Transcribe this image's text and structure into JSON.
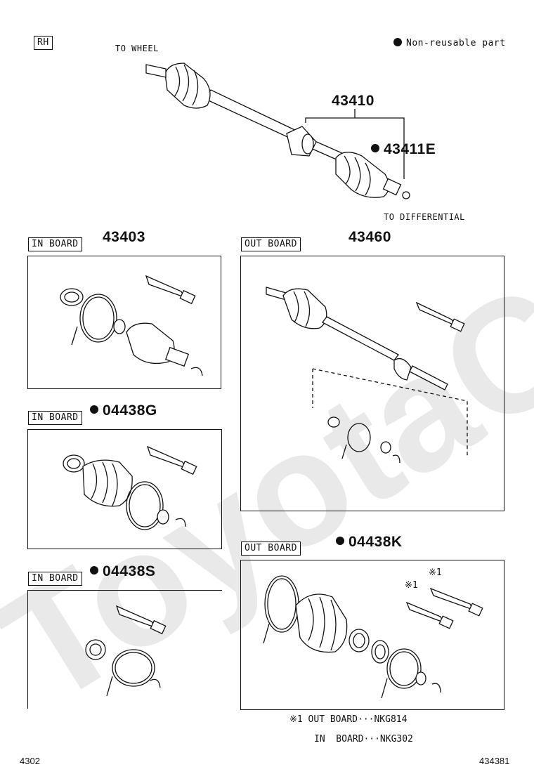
{
  "header": {
    "side_tag": "RH",
    "legend_text": "Non-reusable part",
    "to_wheel": "TO WHEEL",
    "to_differential": "TO DIFFERENTIAL",
    "assembly_part": "43410",
    "nut_part": "43411E"
  },
  "panels": [
    {
      "tag": "IN BOARD",
      "part": "43403",
      "non_reusable": false
    },
    {
      "tag": "IN BOARD",
      "part": "04438G",
      "non_reusable": true
    },
    {
      "tag": "IN BOARD",
      "part": "04438S",
      "non_reusable": true
    },
    {
      "tag": "OUT BOARD",
      "part": "43460",
      "non_reusable": false
    },
    {
      "tag": "OUT BOARD",
      "part": "04438K",
      "non_reusable": true
    }
  ],
  "grease_marks": [
    "※1",
    "※1"
  ],
  "notes": {
    "line1": "※1 OUT BOARD···NKG814",
    "line2": "IN  BOARD···NKG302"
  },
  "footer": {
    "left": "4302",
    "right": "434381"
  },
  "watermark": "ToyotaC",
  "icons": {
    "non_reusable": "filled-circle-icon"
  }
}
